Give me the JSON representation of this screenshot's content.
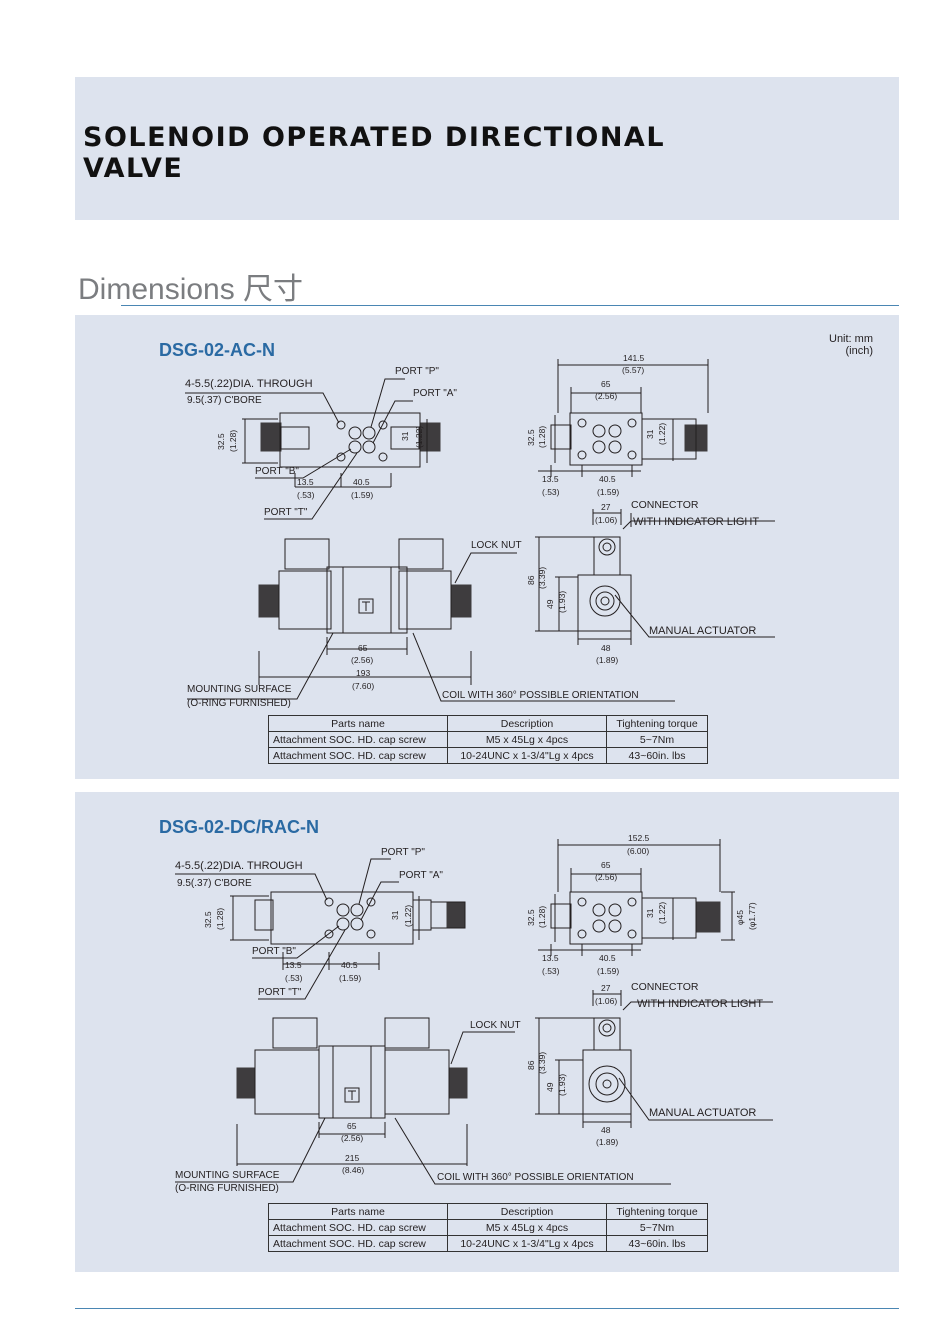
{
  "header": {
    "title": "SOLENOID OPERATED DIRECTIONAL\nVALVE"
  },
  "section": {
    "title": "Dimensions 尺寸"
  },
  "unit_note": "Unit: mm\n(inch)",
  "colors": {
    "panel": "#dde3ee",
    "accent": "#2a6aa3",
    "rule": "#4a86b3"
  },
  "table_headers": [
    "Parts name",
    "Description",
    "Tightening torque"
  ],
  "models": [
    {
      "name": "DSG-02-AC-N",
      "labels": {
        "through": "4-5.5(.22)DIA. THROUGH",
        "cbore": "9.5(.37) C'BORE",
        "port_p": "PORT \"P\"",
        "port_a": "PORT \"A\"",
        "port_b": "PORT \"B\"",
        "port_t": "PORT \"T\"",
        "lock_nut": "LOCK NUT",
        "connector": "CONNECTOR",
        "indicator": "WITH INDICATOR LIGHT",
        "manual": "MANUAL ACTUATOR",
        "mounting": "MOUNTING SURFACE",
        "oring": "(O-RING FURNISHED)",
        "coil": "COIL WITH 360° POSSIBLE ORIENTATION"
      },
      "dims": {
        "h_a": "32.5",
        "h_a_in": "(1.28)",
        "w31": "31",
        "w31_in": "(1.22)",
        "d13": "13.5",
        "d13_in": "(.53)",
        "d40": "40.5",
        "d40_in": "(1.59)",
        "top": "141.5",
        "top_in": "(5.57)",
        "d65": "65",
        "d65_in": "(2.56)",
        "d27": "27",
        "d27_in": "(1.06)",
        "d86": "86",
        "d86_in": "(3.39)",
        "d49": "49",
        "d49_in": "(1.93)",
        "d48": "48",
        "d48_in": "(1.89)",
        "total": "193",
        "total_in": "(7.60)"
      },
      "table": [
        [
          "Attachment SOC. HD. cap screw",
          "M5 x 45Lg x 4pcs",
          "5~7Nm"
        ],
        [
          "Attachment SOC. HD. cap screw",
          "10-24UNC x 1-3/4\"Lg x 4pcs",
          "43~60in. lbs"
        ]
      ]
    },
    {
      "name": "DSG-02-DC/RAC-N",
      "labels": {
        "through": "4-5.5(.22)DIA. THROUGH",
        "cbore": "9.5(.37) C'BORE",
        "port_p": "PORT \"P\"",
        "port_a": "PORT \"A\"",
        "port_b": "PORT \"B\"",
        "port_t": "PORT \"T\"",
        "lock_nut": "LOCK NUT",
        "connector": "CONNECTOR",
        "indicator": "WITH INDICATOR LIGHT",
        "manual": "MANUAL ACTUATOR",
        "mounting": "MOUNTING SURFACE",
        "oring": "(O-RING FURNISHED)",
        "coil": "COIL WITH 360° POSSIBLE ORIENTATION"
      },
      "dims": {
        "h_a": "32.5",
        "h_a_in": "(1.28)",
        "w31": "31",
        "w31_in": "(1.22)",
        "d13": "13.5",
        "d13_in": "(.53)",
        "d40": "40.5",
        "d40_in": "(1.59)",
        "top": "152.5",
        "top_in": "(6.00)",
        "d65": "65",
        "d65_in": "(2.56)",
        "d27": "27",
        "d27_in": "(1.06)",
        "d86": "86",
        "d86_in": "(3.39)",
        "d49": "49",
        "d49_in": "(1.93)",
        "d48": "48",
        "d48_in": "(1.89)",
        "total": "215",
        "total_in": "(8.46)",
        "phi": "φ45",
        "phi_in": "(φ1.77)"
      },
      "table": [
        [
          "Attachment SOC. HD. cap screw",
          "M5 x 45Lg x 4pcs",
          "5~7Nm"
        ],
        [
          "Attachment SOC. HD. cap screw",
          "10-24UNC x 1-3/4\"Lg x 4pcs",
          "43~60in. lbs"
        ]
      ]
    }
  ]
}
